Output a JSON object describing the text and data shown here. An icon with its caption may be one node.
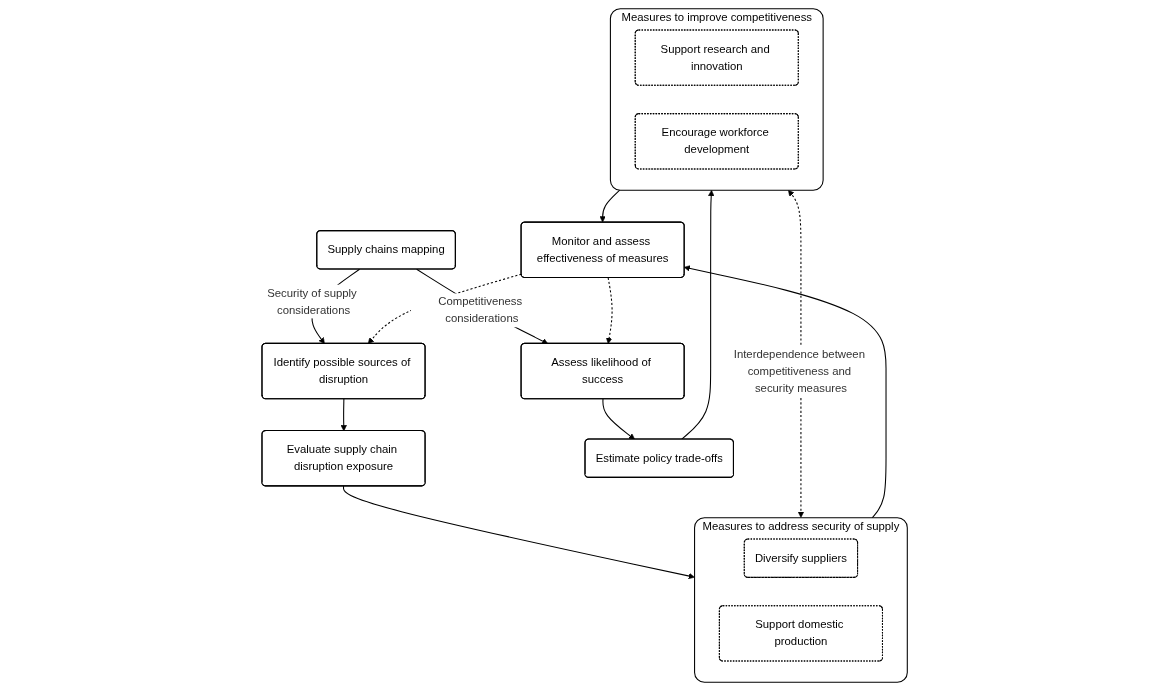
{
  "diagram": {
    "nodes": [
      {
        "text": [
          "Supply chains mapping"
        ]
      },
      {
        "text": [
          "Identify possible sources of disruption"
        ]
      },
      {
        "text": [
          "Assess likelihood of success"
        ]
      },
      {
        "text": [
          "Evaluate supply chain disruption exposure"
        ]
      },
      {
        "text": [
          "Estimate policy trade-offs"
        ]
      },
      {
        "text": [
          "Measures to address security of supply"
        ]
      },
      {
        "text": [
          "Diversify suppliers"
        ],
        "in": 5
      },
      {
        "text": [
          "Support domestic production"
        ],
        "in": 5
      },
      {
        "text": [
          "Measures to improve competitiveness"
        ]
      },
      {
        "text": [
          "Support research and innovation"
        ],
        "in": 8
      },
      {
        "text": [
          "Encourage workforce development"
        ],
        "in": 8
      },
      {
        "text": [
          "Monitor and assess effectiveness of measures"
        ]
      }
    ],
    "edges": [
      {
        "from": 0,
        "to": 1,
        "arrow": "to",
        "label": "Security of supply considerations"
      },
      {
        "from": 0,
        "to": 2,
        "arrow": "to",
        "label": "Competitiveness considerations"
      },
      {
        "from": 1,
        "to": 3,
        "arrow": "to"
      },
      {
        "from": 2,
        "to": 4,
        "arrow": "to"
      },
      {
        "from": 3,
        "to": 5,
        "arrow": "to"
      },
      {
        "from": 4,
        "to": 8,
        "arrow": "to"
      },
      {
        "from": 5,
        "to": 8,
        "arrow": "both",
        "style": "dashed",
        "label": "Interdependence between competitiveness and security measures"
      },
      {
        "from": 5,
        "to": 11,
        "arrow": "to"
      },
      {
        "from": 8,
        "to": 11,
        "arrow": "to"
      },
      {
        "from": 11,
        "to": 1,
        "arrow": "to",
        "style": "dashed"
      },
      {
        "from": 11,
        "to": 2,
        "arrow": "to",
        "style": "dashed"
      }
    ]
  }
}
